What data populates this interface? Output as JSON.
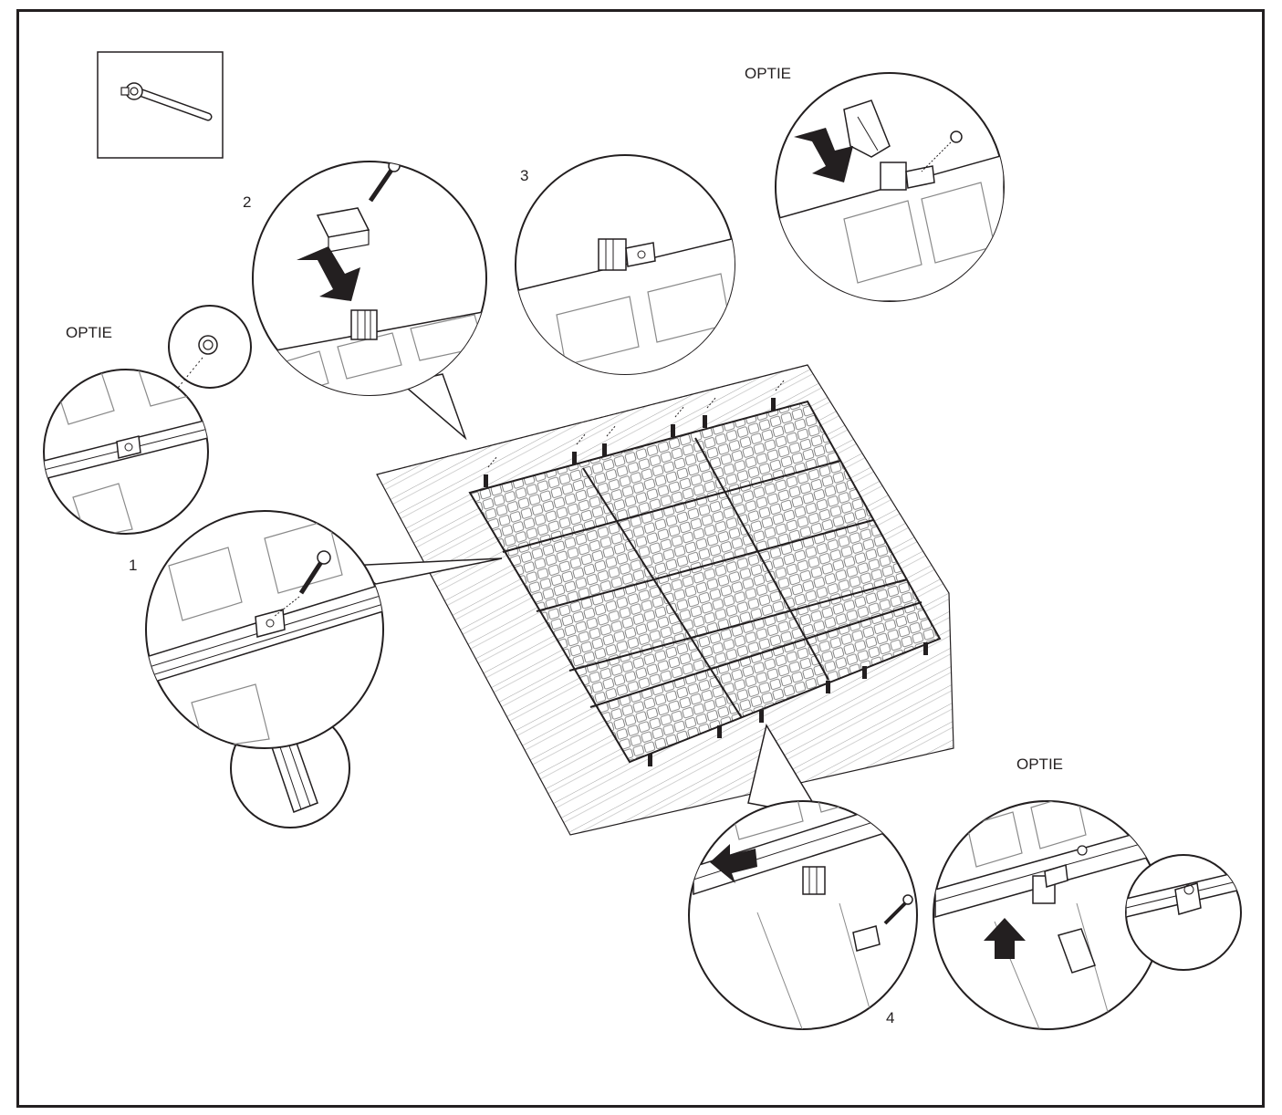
{
  "labels": {
    "optie_top": "OPTIE",
    "optie_left": "OPTIE",
    "optie_bottom": "OPTIE",
    "step1": "1",
    "step2": "2",
    "step3": "3",
    "step4": "4"
  },
  "colors": {
    "line": "#231f20",
    "arrow": "#231f20",
    "panel_grid": "#5a5a5a",
    "background": "#ffffff"
  },
  "icons": {
    "tool": "socket-wrench-icon",
    "arrow": "push-direction-arrow-icon"
  }
}
